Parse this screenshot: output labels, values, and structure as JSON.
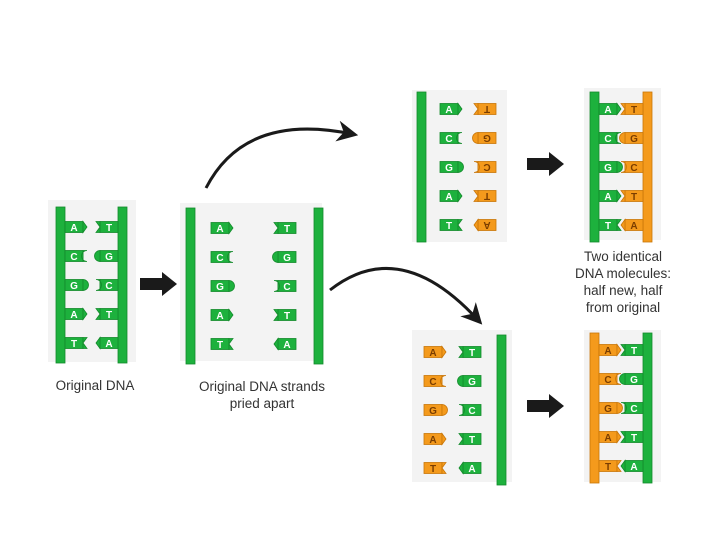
{
  "colors": {
    "green": "#1db13d",
    "green_dark": "#138a2b",
    "orange": "#f49a1c",
    "orange_dark": "#c97608",
    "arrow": "#1a1a1a",
    "panel": "#f3f3f3"
  },
  "original_dna": {
    "left": [
      "A",
      "C",
      "G",
      "A",
      "T"
    ],
    "right": [
      "T",
      "G",
      "C",
      "T",
      "A"
    ]
  },
  "captions": {
    "original": "Original DNA",
    "pried_line1": "Original DNA strands",
    "pried_line2": "pried apart",
    "result_line1": "Two identical",
    "result_line2": "DNA molecules:",
    "result_line3": "half new, half",
    "result_line4": "from original"
  }
}
